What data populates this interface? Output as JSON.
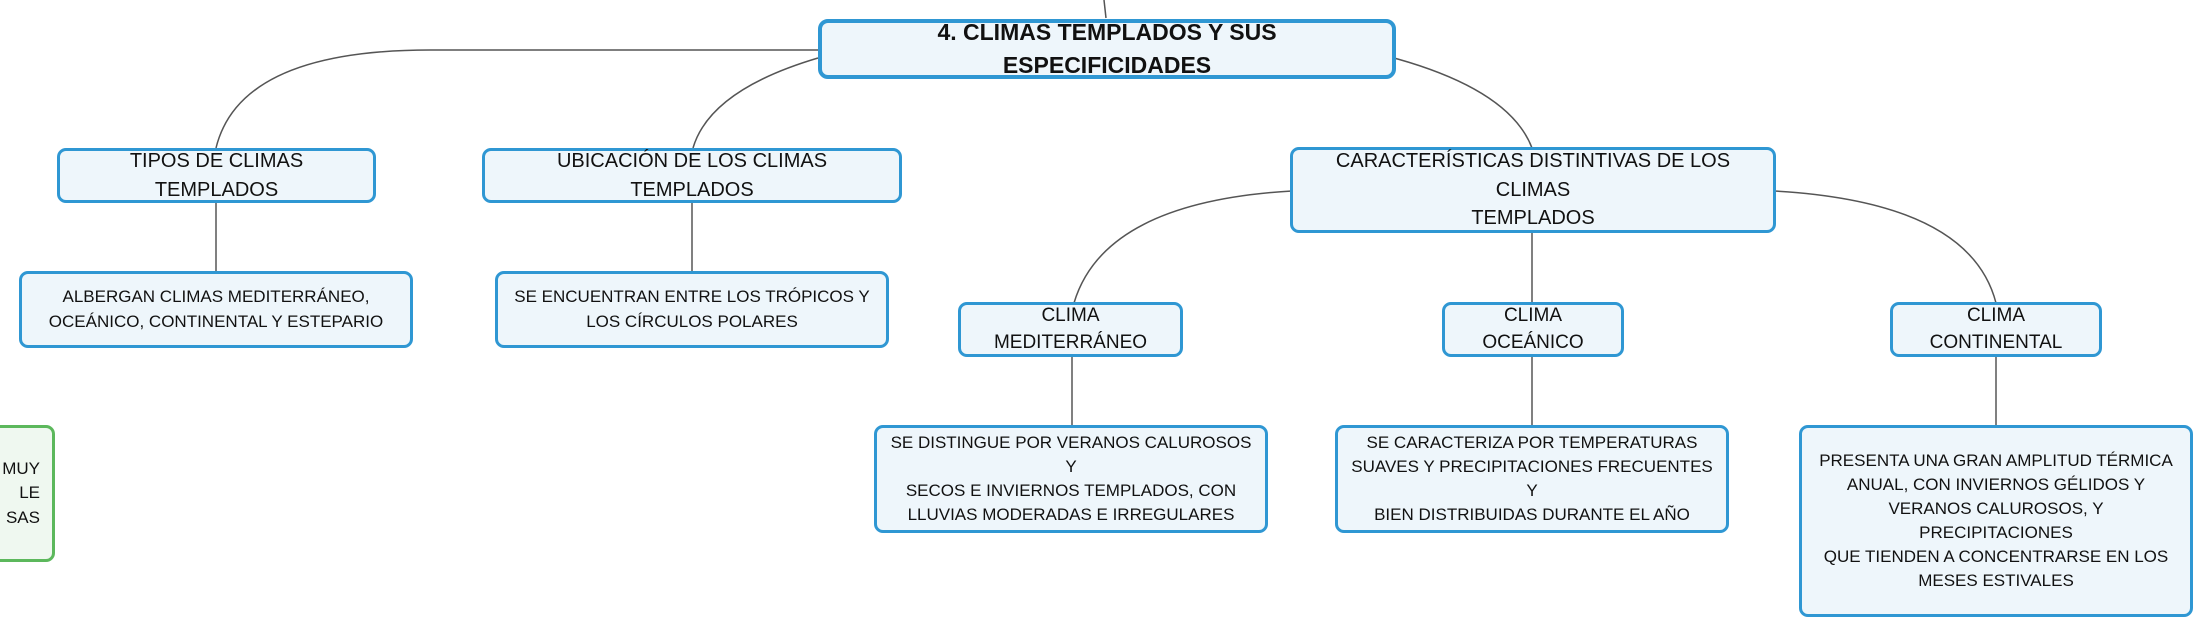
{
  "colors": {
    "node_border": "#2f97d3",
    "node_fill": "#eef6fb",
    "side_border": "#5cb85c",
    "side_fill": "#eff8f0",
    "connector": "#555555"
  },
  "central": {
    "title": "4. CLIMAS TEMPLADOS Y SUS ESPECIFICIDADES"
  },
  "branches": {
    "tipos": {
      "label": "TIPOS DE CLIMAS TEMPLADOS",
      "detail": [
        "ALBERGAN CLIMAS MEDITERRÁNEO,",
        "OCEÁNICO, CONTINENTAL Y ESTEPARIO"
      ]
    },
    "ubicacion": {
      "label": "UBICACIÓN DE LOS CLIMAS TEMPLADOS",
      "detail": [
        "SE ENCUENTRAN ENTRE LOS TRÓPICOS Y",
        "LOS CÍRCULOS POLARES"
      ]
    },
    "caracteristicas": {
      "label": [
        "CARACTERÍSTICAS DISTINTIVAS DE LOS CLIMAS",
        "TEMPLADOS"
      ],
      "children": {
        "mediterraneo": {
          "label": "CLIMA MEDITERRÁNEO",
          "detail": [
            "SE DISTINGUE POR VERANOS CALUROSOS Y",
            "SECOS E INVIERNOS TEMPLADOS, CON",
            "LLUVIAS MODERADAS E IRREGULARES"
          ]
        },
        "oceanico": {
          "label": "CLIMA OCEÁNICO",
          "detail": [
            "SE CARACTERIZA POR TEMPERATURAS",
            "SUAVES Y PRECIPITACIONES FRECUENTES Y",
            "BIEN DISTRIBUIDAS DURANTE EL AÑO"
          ]
        },
        "continental": {
          "label": "CLIMA CONTINENTAL",
          "detail": [
            "PRESENTA UNA GRAN AMPLITUD TÉRMICA",
            "ANUAL, CON INVIERNOS GÉLIDOS Y",
            "VERANOS CALUROSOS, Y PRECIPITACIONES",
            "QUE TIENDEN A CONCENTRARSE EN LOS",
            "MESES ESTIVALES"
          ]
        }
      }
    }
  },
  "side_node_fragment": [
    "MUY",
    "LE",
    "SAS"
  ]
}
